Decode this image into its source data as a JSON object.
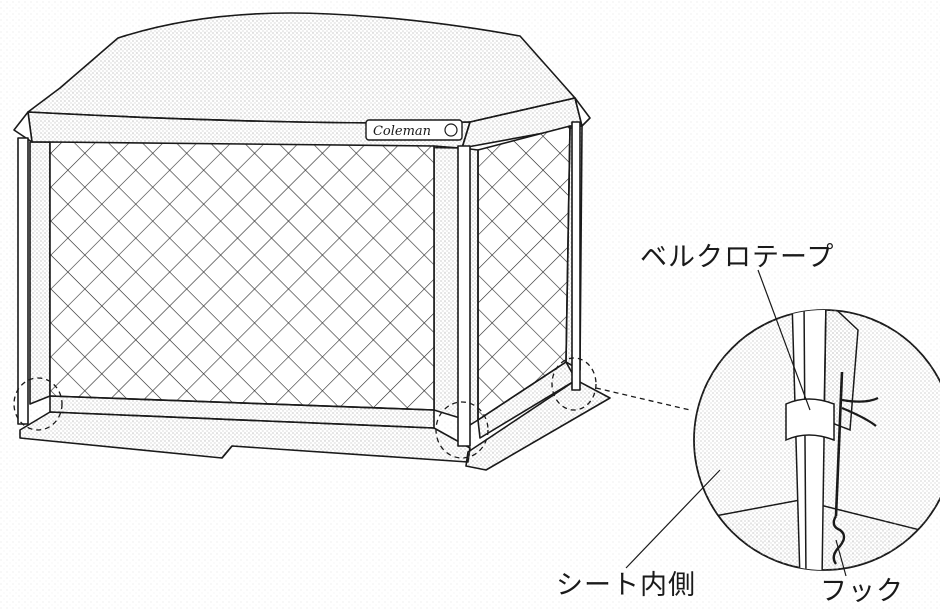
{
  "brand": {
    "logo_text": "Coleman"
  },
  "labels": {
    "velcro_tape": "ベルクロテープ",
    "sheet_inside": "シート内側",
    "hook": "フック"
  },
  "colors": {
    "line": "#1a1a1a",
    "stipple": "#9a9a9a",
    "background": "#ffffff"
  }
}
